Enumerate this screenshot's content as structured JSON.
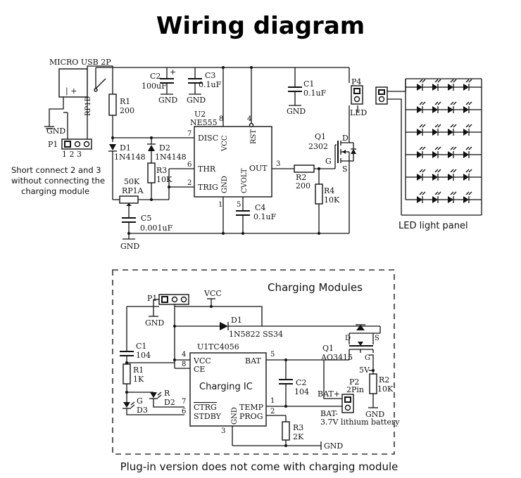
{
  "title": "Wiring diagram",
  "top": {
    "usb": "MICRO USB 2P",
    "usb_pins": "| +",
    "rp1b": "RP1B",
    "gnd": "GND",
    "p1": "P1",
    "p1_pins": "1 2 3",
    "note": [
      "Short connect 2 and 3",
      "without connecting the",
      "charging module"
    ],
    "c2": {
      "name": "C2",
      "value": "100uF"
    },
    "c3": {
      "name": "C3",
      "value": "0.1uF"
    },
    "c1": {
      "name": "C1",
      "value": "0.1uF"
    },
    "r1": {
      "name": "R1",
      "value": "200"
    },
    "d1": {
      "name": "D1",
      "value": "1N4148"
    },
    "d2": {
      "name": "D2",
      "value": "1N4148"
    },
    "r3": {
      "name": "R3",
      "value": "10K"
    },
    "rp1a": {
      "name": "RP1A",
      "value": "50K"
    },
    "c5": {
      "name": "C5",
      "value": "0.001uF"
    },
    "u2": {
      "name": "U2",
      "value": "NE555"
    },
    "pins": {
      "disc": "DISC",
      "thr": "THR",
      "trig": "TRIG",
      "gnd": "GND",
      "vcc": "VCC",
      "rst": "RST",
      "out": "OUT",
      "cvolt": "CVOLT"
    },
    "pin_nums": {
      "p7": "7",
      "p6": "6",
      "p2": "2",
      "p8": "8",
      "p4": "4",
      "p3": "3",
      "p1": "1",
      "p5": "5"
    },
    "c4": {
      "name": "C4",
      "value": "0.1uF"
    },
    "r2": {
      "name": "R2",
      "value": "200"
    },
    "r4": {
      "name": "R4",
      "value": "10K"
    },
    "q1": {
      "name": "Q1",
      "value": "2302"
    },
    "q1_pins": {
      "d": "D",
      "g": "G",
      "s": "S"
    },
    "p4": "P4",
    "led": "LED",
    "panel_label": "LED light panel"
  },
  "bottom": {
    "heading": "Charging Modules",
    "p1": "P1",
    "vcc": "VCC",
    "gnd": "GND",
    "d1": {
      "name": "D1",
      "value": "1N5822 SS34"
    },
    "c1": {
      "name": "C1",
      "value": "104"
    },
    "r1": {
      "name": "R1",
      "value": "1K"
    },
    "g": "G",
    "d3": "D3",
    "r": "R",
    "d2": "D2",
    "u1": {
      "name": "U1",
      "value": "TC4056"
    },
    "ic_label": "Charging IC",
    "pins": {
      "vcc": "VCC",
      "ce": "CE",
      "ctrg": "CTRG",
      "stdby": "STDBY",
      "bat": "BAT",
      "temp": "TEMP",
      "prog": "PROG",
      "gnd": "GND"
    },
    "pin_nums": {
      "p4": "4",
      "p8": "8",
      "p7": "7",
      "p6": "6",
      "p5": "5",
      "p1": "1",
      "p2": "2",
      "p3": "3"
    },
    "c2": {
      "name": "C2",
      "value": "104"
    },
    "r3": {
      "name": "R3",
      "value": "2K"
    },
    "q1": {
      "name": "Q1",
      "value": "AO3415"
    },
    "q1_pins": {
      "d": "D",
      "s": "S",
      "g": "G"
    },
    "v5": "5V",
    "r2": {
      "name": "R2",
      "value": "10K"
    },
    "p2": {
      "name": "P2",
      "value": "2Pin"
    },
    "bat_plus": "BAT+",
    "bat_minus": "BAT-",
    "battery": "3.7V lithium battery"
  },
  "footer": "Plug-in version does not come with charging module"
}
